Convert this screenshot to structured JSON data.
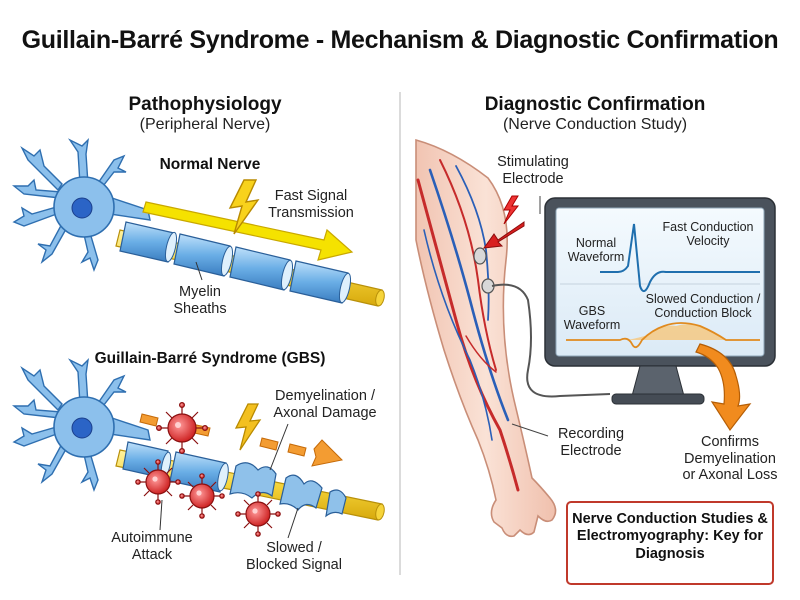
{
  "title": "Guillain-Barré Syndrome - Mechanism & Diagnostic Confirmation",
  "left": {
    "heading": "Pathophysiology",
    "subheading": "(Peripheral Nerve)",
    "normal": {
      "heading": "Normal Nerve",
      "signal_label": [
        "Fast Signal",
        "Transmission"
      ],
      "myelin_label": [
        "Myelin",
        "Sheaths"
      ]
    },
    "gbs": {
      "heading": "Guillain-Barré Syndrome (GBS)",
      "damage_label": [
        "Demyelination /",
        "Axonal Damage"
      ],
      "attack_label": [
        "Autoimmune",
        "Attack"
      ],
      "signal_label": [
        "Slowed /",
        "Blocked Signal"
      ]
    }
  },
  "right": {
    "heading": "Diagnostic Confirmation",
    "subheading": "(Nerve Conduction Study)",
    "stimulating_label": [
      "Stimulating",
      "Electrode"
    ],
    "recording_label": [
      "Recording",
      "Electrode"
    ],
    "monitor": {
      "normal_label": [
        "Normal",
        "Waveform"
      ],
      "fast_label": [
        "Fast Conduction",
        "Velocity"
      ],
      "gbs_label": [
        "GBS",
        "Waveform"
      ],
      "slow_label": [
        "Slowed Conduction /",
        "Conduction Block"
      ]
    },
    "confirms_label": [
      "Confirms",
      "Demyelination",
      "or Axonal Loss"
    ],
    "key_box": "Nerve Conduction Studies & Electromyography: Key for Diagnosis"
  },
  "colors": {
    "neuron": "#7fb6e8",
    "myelin": "#5b9bd5",
    "axon": "#f2d13b",
    "signal_arrow": "#f5d800",
    "gbs_arrow": "#f39c32",
    "attack_cell": "#e23b3b",
    "key_box_border": "#c0392b",
    "normal_wave": "#1f6fae",
    "gbs_wave": "#e08a1e"
  },
  "icons": [
    "neuron-icon",
    "lightning-bolt-icon",
    "antibody-cell-icon",
    "monitor-icon",
    "arm-illustration"
  ]
}
